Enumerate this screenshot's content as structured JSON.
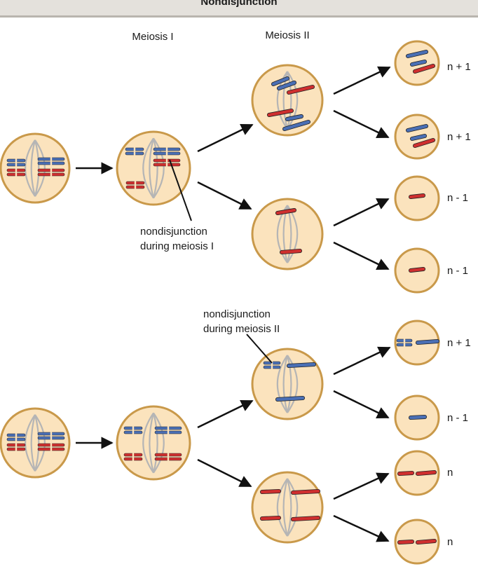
{
  "title": "Nondisjunction",
  "stage_labels": {
    "meiosis1": "Meiosis I",
    "meiosis2": "Meiosis II"
  },
  "annotations": {
    "ndj1": [
      "nondisjunction",
      "during meiosis I"
    ],
    "ndj2": [
      "nondisjunction",
      "during meiosis II"
    ]
  },
  "outcomes": {
    "top": [
      "n + 1",
      "n + 1",
      "n - 1",
      "n - 1"
    ],
    "bottom": [
      "n + 1",
      "n - 1",
      "n",
      "n"
    ]
  },
  "colors": {
    "cell_fill": "#fbe3bd",
    "cell_border": "#c9994a",
    "spindle": "#b5b5b5",
    "chromosome_blue": "#4a6fb5",
    "chromosome_red": "#cf2f2f",
    "arrow": "#111111"
  }
}
